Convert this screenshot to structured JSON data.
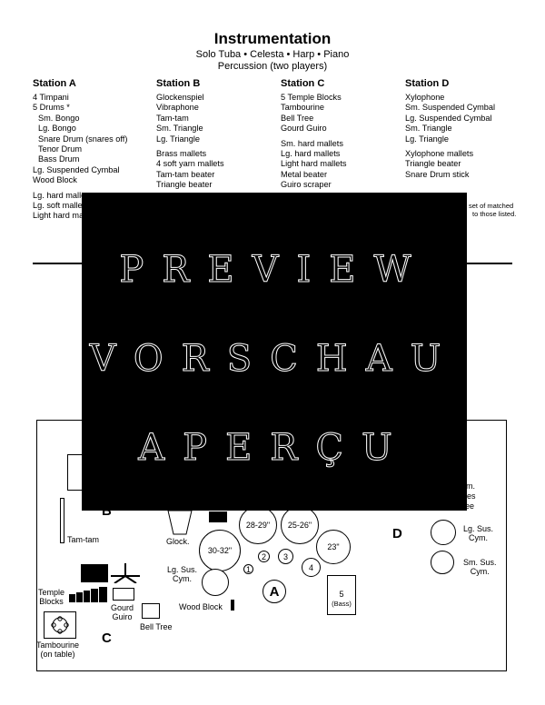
{
  "header": {
    "title": "Instrumentation",
    "subtitle1": "Solo Tuba • Celesta • Harp • Piano",
    "subtitle2": "Percussion (two players)"
  },
  "stations": {
    "a": {
      "title": "Station A",
      "lines": [
        "4 Timpani",
        "5 Drums *",
        "Sm. Bongo",
        "Lg. Bongo",
        "Snare Drum (snares off)",
        "Tenor Drum",
        "Bass Drum",
        "Lg. Suspended Cymbal",
        "Wood Block"
      ],
      "mallets": [
        "Lg. hard mallets",
        "Lg. soft mallets",
        "Light hard mallets"
      ]
    },
    "b": {
      "title": "Station B",
      "lines": [
        "Glockenspiel",
        "Vibraphone",
        "Tam-tam",
        "Sm. Triangle",
        "Lg. Triangle"
      ],
      "mallets": [
        "Brass mallets",
        "4 soft yarn mallets",
        "Tam-tam beater",
        "Triangle beater"
      ]
    },
    "c": {
      "title": "Station C",
      "lines": [
        "5 Temple Blocks",
        "Tambourine",
        "Bell Tree",
        "Gourd Guiro"
      ],
      "mallets": [
        "Sm. hard mallets",
        "Lg. hard mallets",
        "Light hard mallets",
        "Metal beater",
        "Guiro scraper"
      ]
    },
    "d": {
      "title": "Station D",
      "lines": [
        "Xylophone",
        "Sm. Suspended Cymbal",
        "Lg. Suspended Cymbal",
        "Sm. Triangle",
        "Lg. Triangle"
      ],
      "mallets": [
        "Xylophone mallets",
        "Triangle beater",
        "Snare Drum stick"
      ]
    },
    "note_line1": "set of matched",
    "note_line2": "to those listed."
  },
  "diagram": {
    "letter_a": "A",
    "letter_b": "B",
    "letter_c": "C",
    "letter_d": "D",
    "tamtam": "Tam-tam",
    "glock": "Glock.",
    "timp_1": "28-29\"",
    "timp_2": "25-26\"",
    "timp_3": "30-32\"",
    "timp_4": "23\"",
    "drum_1": "1",
    "drum_2": "2",
    "drum_3": "3",
    "drum_4": "4",
    "drum_5": "5",
    "bass": "(Bass)",
    "lg_sus_cym_a": "Lg. Sus.\nCym.",
    "wood_block": "Wood Block",
    "temple_blocks": "Temple\nBlocks",
    "gourd_guiro": "Gourd\nGuiro",
    "bell_tree": "Bell Tree",
    "tambourine": "Tambourine\n(on table)",
    "lg_sus_cym_d": "Lg. Sus.\nCym.",
    "sm_sus_cym_d": "Sm. Sus.\nCym.",
    "partial_1": "Sm.",
    "partial_2": "les",
    "partial_3": "ee"
  },
  "watermark": {
    "line1": "PREVIEW",
    "line2": "VORSCHAU",
    "line3": "APERÇU"
  }
}
